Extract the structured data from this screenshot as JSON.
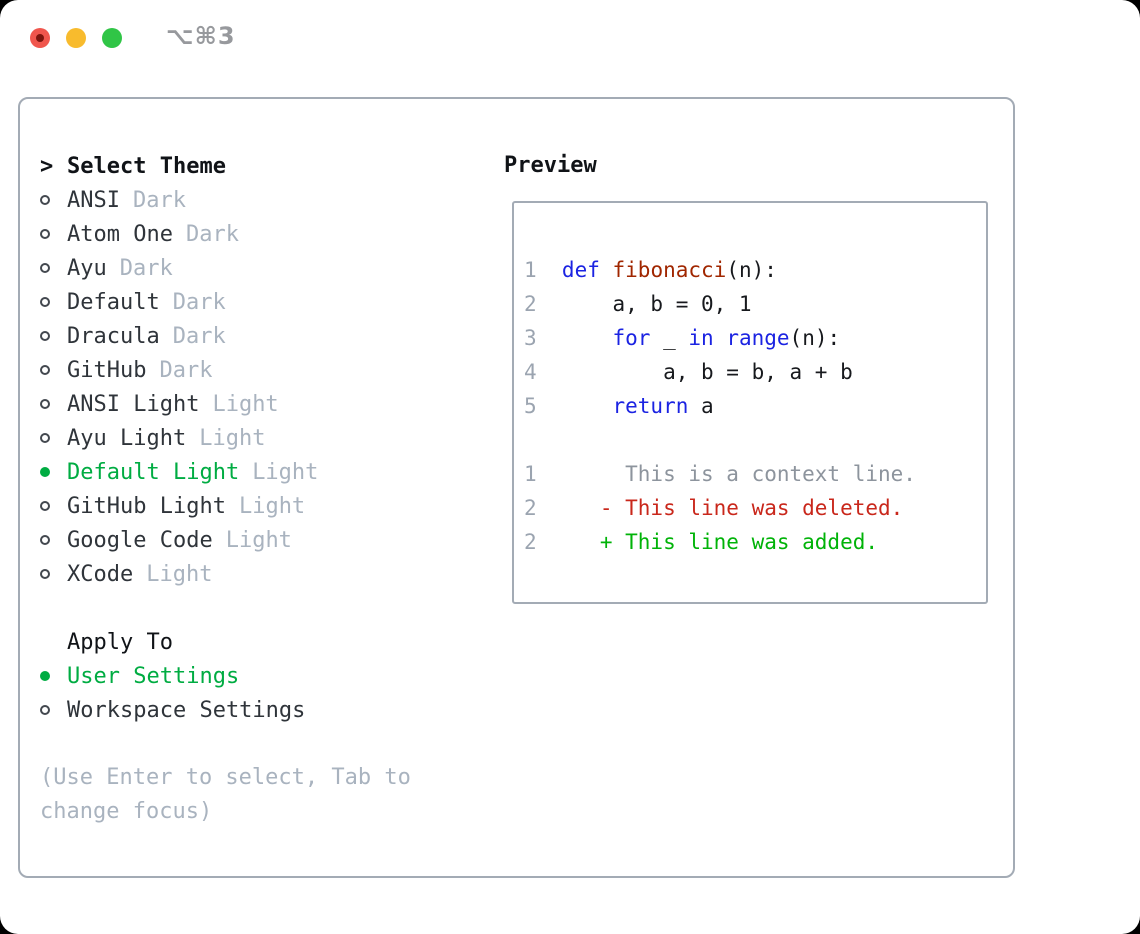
{
  "window": {
    "title": "⌥⌘3"
  },
  "colors": {
    "tlred": "#f0564d",
    "tlreddot": "#7c150e",
    "tlyellow": "#f8bb2d",
    "tlgreen": "#30c546",
    "titlegray": "#97999d",
    "border": "#a3abb5",
    "header": "#101317",
    "itemtext": "#2f343a",
    "muted": "#a9b3bf",
    "radio": "#43484f",
    "accent": "#00ac42",
    "linenum": "#9ba4b0",
    "keyword": "#1b23e2",
    "func": "#a02600",
    "code": "#17191d",
    "context": "#8d949d",
    "deleted": "#c9271b",
    "added": "#00b308"
  },
  "theme_picker": {
    "prompt": ">",
    "title": "Select Theme",
    "items": [
      {
        "name": "ANSI",
        "variant": "Dark",
        "selected": false
      },
      {
        "name": "Atom One",
        "variant": "Dark",
        "selected": false
      },
      {
        "name": "Ayu",
        "variant": "Dark",
        "selected": false
      },
      {
        "name": "Default",
        "variant": "Dark",
        "selected": false
      },
      {
        "name": "Dracula",
        "variant": "Dark",
        "selected": false
      },
      {
        "name": "GitHub",
        "variant": "Dark",
        "selected": false
      },
      {
        "name": "ANSI Light",
        "variant": "Light",
        "selected": false
      },
      {
        "name": "Ayu Light",
        "variant": "Light",
        "selected": false
      },
      {
        "name": "Default Light",
        "variant": "Light",
        "selected": true
      },
      {
        "name": "GitHub Light",
        "variant": "Light",
        "selected": false
      },
      {
        "name": "Google Code",
        "variant": "Light",
        "selected": false
      },
      {
        "name": "XCode",
        "variant": "Light",
        "selected": false
      }
    ],
    "apply_to": {
      "title": "Apply To",
      "options": [
        {
          "label": "User Settings",
          "selected": true
        },
        {
          "label": "Workspace Settings",
          "selected": false
        }
      ]
    },
    "help": "(Use Enter to select, Tab to change focus)"
  },
  "preview": {
    "title": "Preview",
    "lines": [
      {
        "num": "1",
        "segments": [
          {
            "t": "def",
            "c": "keyword"
          },
          {
            "t": " ",
            "c": "code"
          },
          {
            "t": "fibonacci",
            "c": "func"
          },
          {
            "t": "(n):",
            "c": "code"
          }
        ]
      },
      {
        "num": "2",
        "segments": [
          {
            "t": "    a, b = 0, 1",
            "c": "code"
          }
        ]
      },
      {
        "num": "3",
        "segments": [
          {
            "t": "    ",
            "c": "code"
          },
          {
            "t": "for",
            "c": "keyword"
          },
          {
            "t": " _ ",
            "c": "code"
          },
          {
            "t": "in",
            "c": "keyword"
          },
          {
            "t": " ",
            "c": "code"
          },
          {
            "t": "range",
            "c": "keyword"
          },
          {
            "t": "(n):",
            "c": "code"
          }
        ]
      },
      {
        "num": "4",
        "segments": [
          {
            "t": "        a, b = b, a + b",
            "c": "code"
          }
        ]
      },
      {
        "num": "5",
        "segments": [
          {
            "t": "    ",
            "c": "code"
          },
          {
            "t": "return",
            "c": "keyword"
          },
          {
            "t": " a",
            "c": "code"
          }
        ]
      },
      {
        "num": "",
        "segments": []
      },
      {
        "num": "1",
        "segments": [
          {
            "t": "     This is a context line.",
            "c": "context"
          }
        ]
      },
      {
        "num": "2",
        "segments": [
          {
            "t": "   - This line was deleted.",
            "c": "deleted"
          }
        ]
      },
      {
        "num": "2",
        "segments": [
          {
            "t": "   + This line was added.",
            "c": "added"
          }
        ]
      }
    ]
  }
}
